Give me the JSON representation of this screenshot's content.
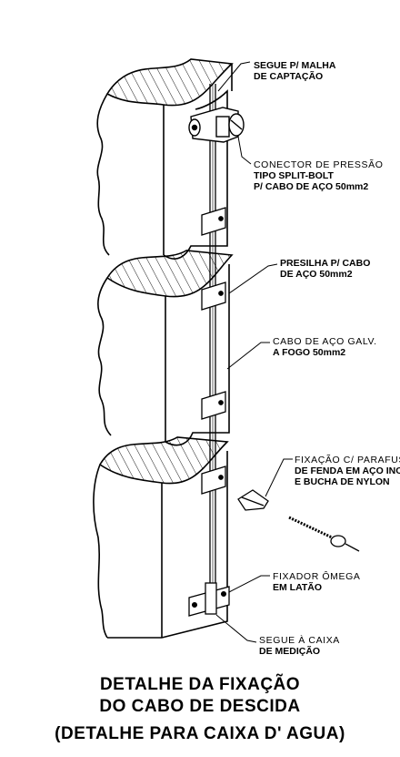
{
  "labels": {
    "top_a": "SEGUE P/ MALHA",
    "top_b": "DE CAPTAÇÃO",
    "conn_a": "CONECTOR DE PRESSÃO",
    "conn_b": "TIPO SPLIT-BOLT",
    "conn_c": "P/ CABO DE AÇO 50mm2",
    "clip_a": "PRESILHA P/ CABO",
    "clip_b": "DE AÇO 50mm2",
    "cable_a": "CABO DE AÇO GALV.",
    "cable_b": "A FOGO 50mm2",
    "fix_a": "FIXAÇÃO C/ PARAFUSO",
    "fix_b": "DE FENDA EM AÇO INOX",
    "fix_c": "E BUCHA DE NYLON",
    "omega_a": "FIXADOR ÔMEGA",
    "omega_b": "EM LATÃO",
    "exit_a": "SEGUE À CAIXA",
    "exit_b": "DE MEDIÇÃO"
  },
  "title": {
    "line1": "DETALHE DA FIXAÇÃO",
    "line2": "DO CABO DE DESCIDA",
    "line3": "(DETALHE PARA CAIXA D' AGUA)"
  }
}
